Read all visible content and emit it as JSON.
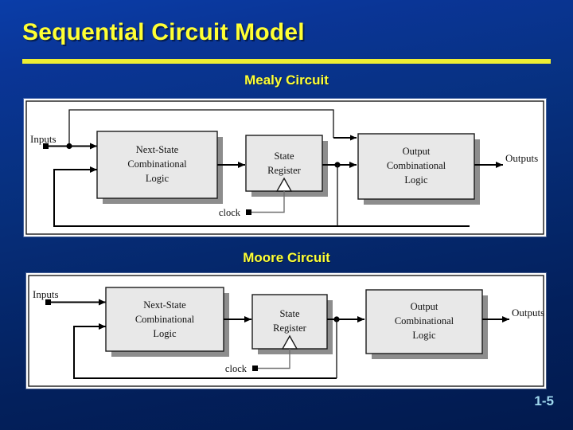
{
  "slide": {
    "title": "Sequential Circuit Model",
    "page_number": "1-5",
    "colors": {
      "background_top": "#0a3da8",
      "background_bottom": "#021a4e",
      "title_yellow": "#ffff33",
      "rule_yellow": "#eeee33",
      "page_number_cyan": "#9fd8ee",
      "block_fill": "#e8e8e8",
      "block_shadow": "#8d8d8d",
      "wire_black": "#000000"
    }
  },
  "sections": [
    {
      "caption": "Mealy Circuit",
      "diagram": {
        "blocks": [
          {
            "id": "next-state",
            "lines": [
              "Next-State",
              "Combinational",
              "Logic"
            ]
          },
          {
            "id": "state-register",
            "lines": [
              "State",
              "Register"
            ]
          },
          {
            "id": "output-logic",
            "lines": [
              "Output",
              "Combinational",
              "Logic"
            ]
          }
        ],
        "io_labels": {
          "inputs": "Inputs",
          "outputs": "Outputs",
          "clock": "clock"
        },
        "notes": "Inputs branch feeds both Next-State logic and Output logic; state feedback returns to Next-State logic and also drives Output logic."
      }
    },
    {
      "caption": "Moore Circuit",
      "diagram": {
        "blocks": [
          {
            "id": "next-state",
            "lines": [
              "Next-State",
              "Combinational",
              "Logic"
            ]
          },
          {
            "id": "state-register",
            "lines": [
              "State",
              "Register"
            ]
          },
          {
            "id": "output-logic",
            "lines": [
              "Output",
              "Combinational",
              "Logic"
            ]
          }
        ],
        "io_labels": {
          "inputs": "Inputs",
          "outputs": "Outputs",
          "clock": "clock"
        },
        "notes": "Inputs feed only the Next-State logic; the Output logic is driven solely by the state register output."
      }
    }
  ]
}
